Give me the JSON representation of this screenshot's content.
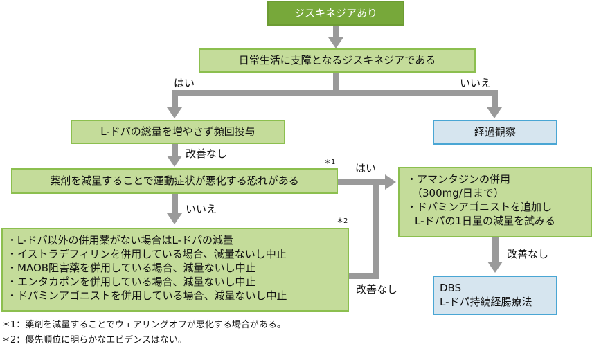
{
  "nodes": {
    "start": "ジスキネジアあり",
    "q1": "日常生活に支障となるジスキネジアである",
    "frequent_dosing": "L-ドパの総量を増やさず頻回投与",
    "observation": "経過観察",
    "q2": "薬剤を減量することで運動症状が悪化する恐れがある",
    "reduce_list": [
      "・L-ドパ以外の併用薬がない場合はL-ドパの減量",
      "・イストラデフィリンを併用している場合、減量ないし中止",
      "・MAOB阻害薬を併用している場合、減量ないし中止",
      "・エンタカポンを併用している場合、減量ないし中止",
      "・ドパミンアゴニストを併用している場合、減量ないし中止"
    ],
    "amantadine_list": [
      "・アマンタジンの併用",
      "（300mg/日まで）",
      "・ドパミンアゴニストを追加し",
      "L-ドパの1日量の減量を試みる"
    ],
    "advanced": [
      "DBS",
      "L-ドパ持続経腸療法"
    ]
  },
  "labels": {
    "yes1": "はい",
    "no1": "いいえ",
    "no_improve1": "改善なし",
    "yes2": "はい",
    "no2": "いいえ",
    "no_improve2": "改善なし",
    "no_improve3": "改善なし",
    "note1": "＊1",
    "note2": "＊2"
  },
  "footnotes": [
    "＊1：薬剤を減量することでウェアリングオフが悪化する場合がある。",
    "＊2：優先順位に明らかなエビデンスはない。"
  ],
  "colors": {
    "start_fill": "#77a83a",
    "action_fill": "#c4dc9a",
    "action_border": "#8cbf4f",
    "terminal_fill": "#d6e5ef",
    "terminal_border": "#4aa6d4",
    "connector": "#9a9a9a"
  }
}
